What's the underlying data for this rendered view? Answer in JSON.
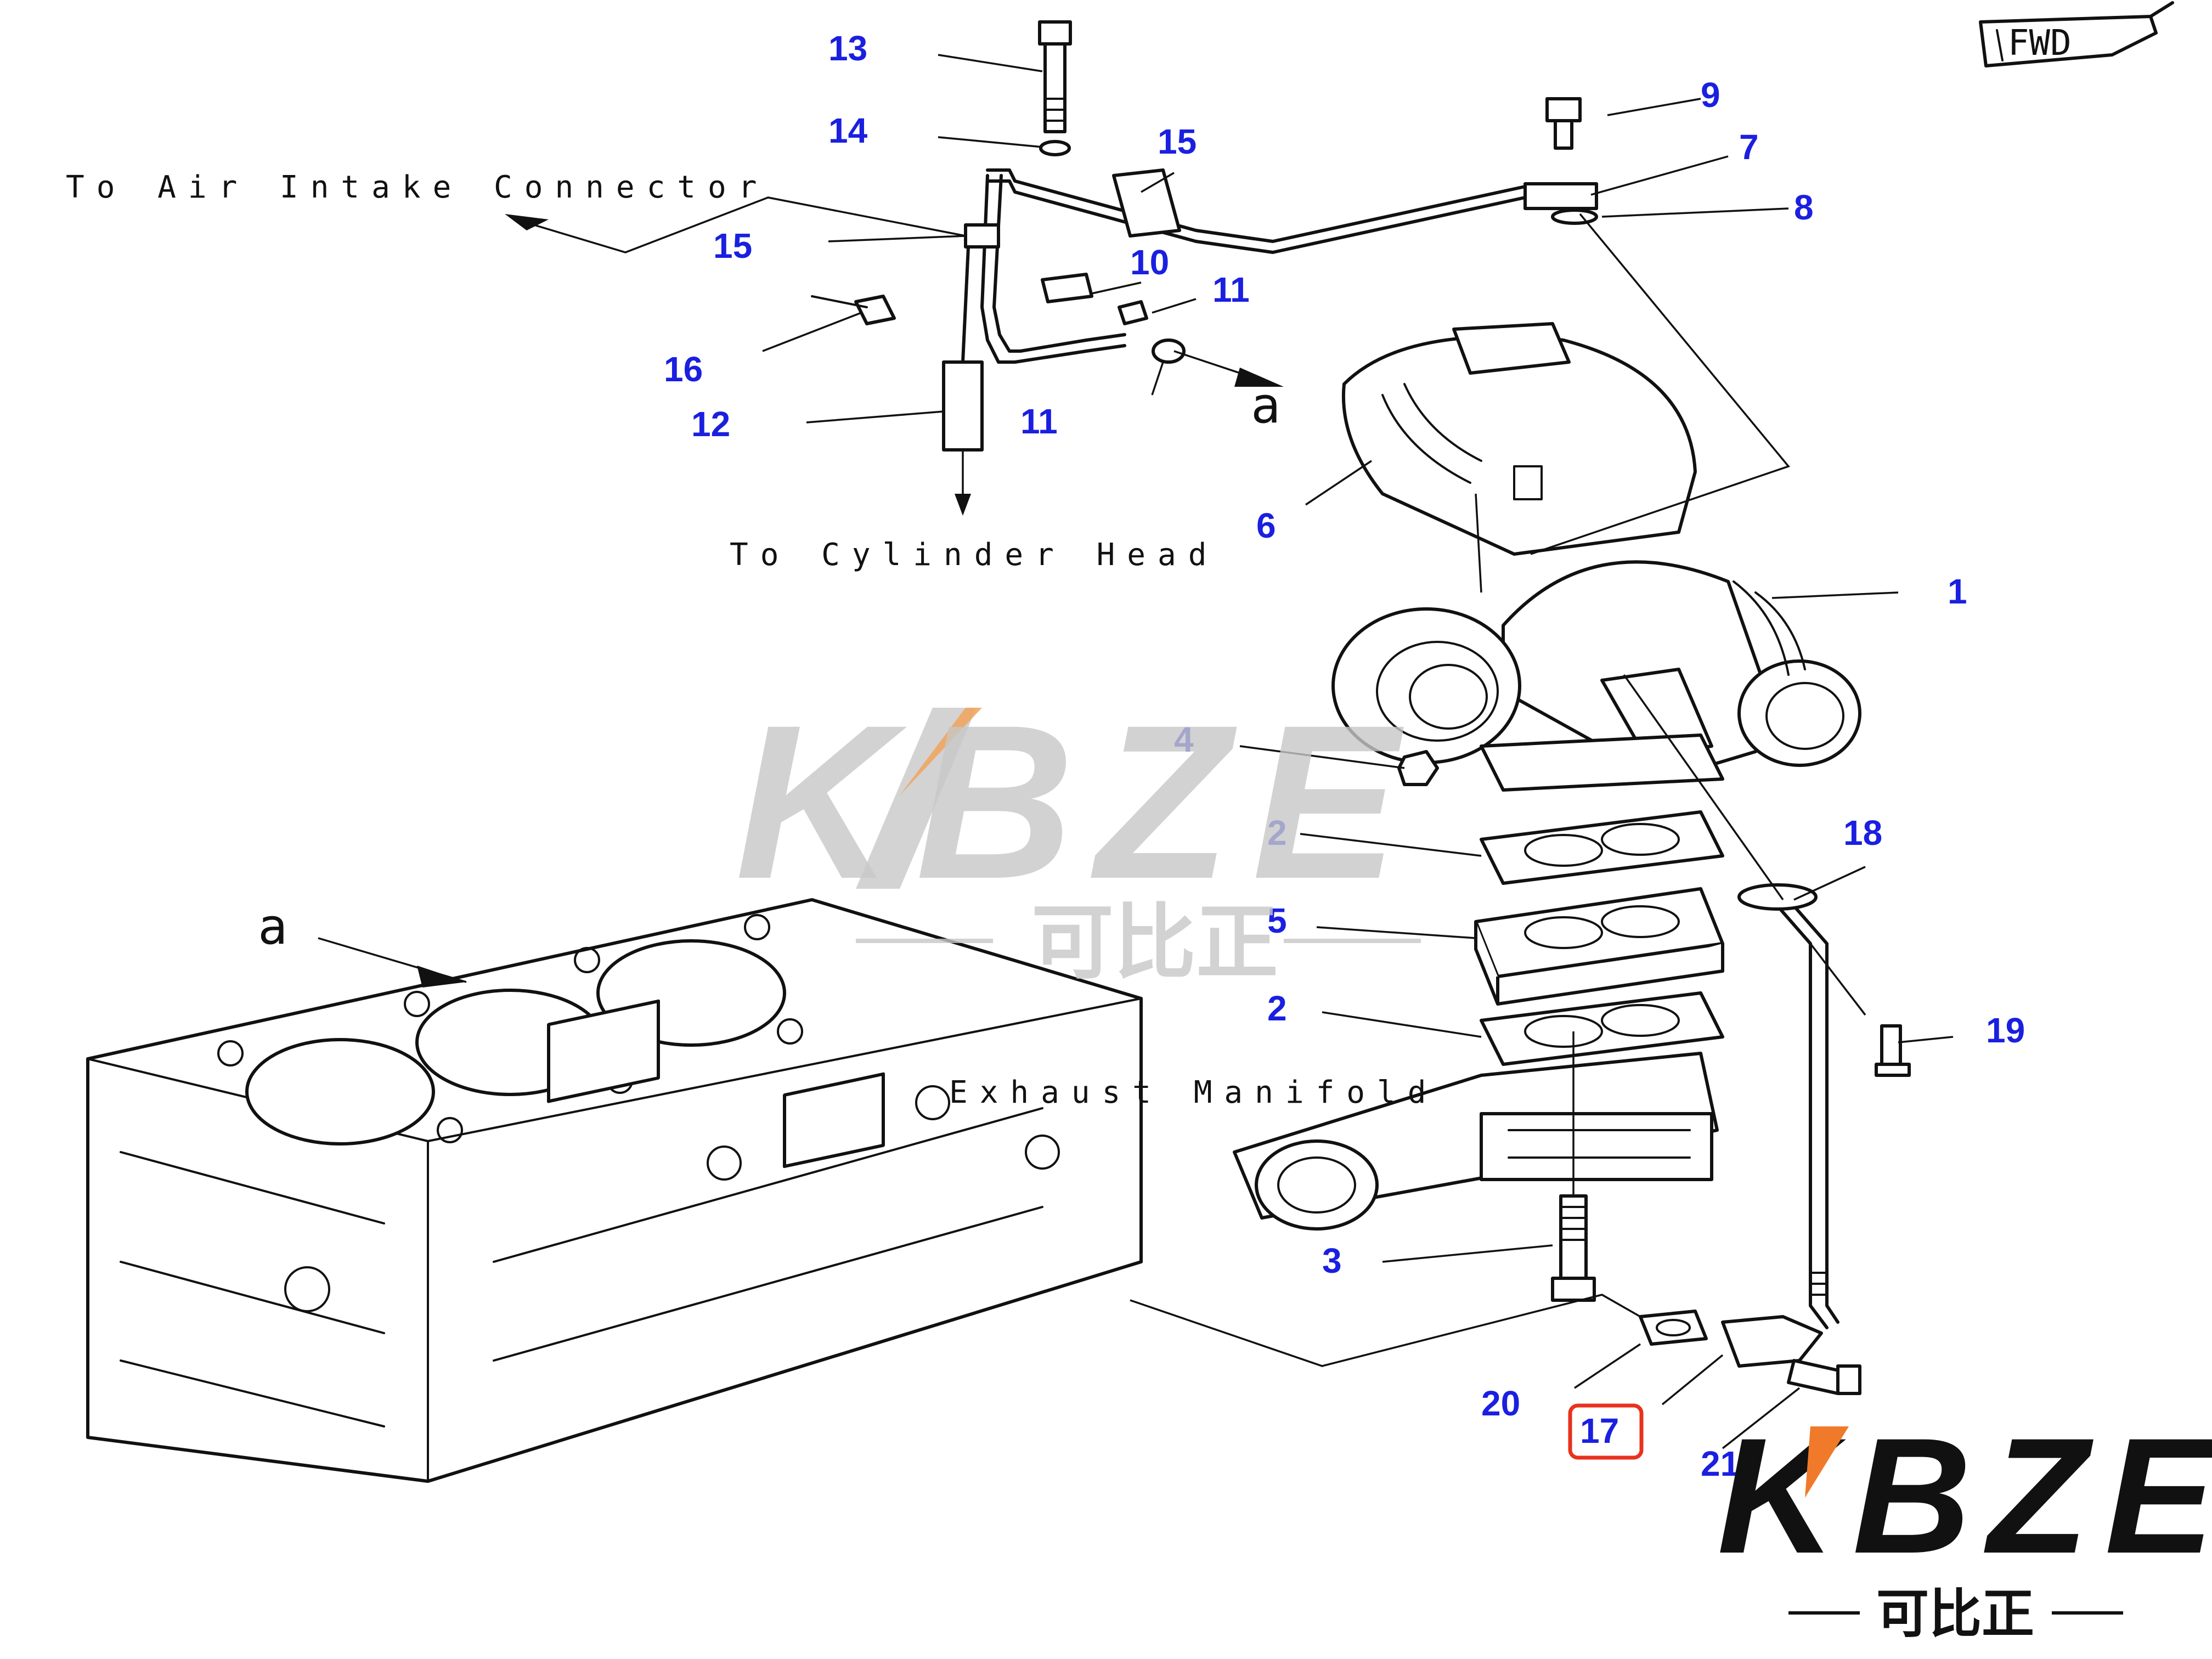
{
  "diagram": {
    "annotations": {
      "to_air_intake": "To Air Intake Connector",
      "to_cylinder_head": "To Cylinder Head",
      "exhaust_manifold": "Exhaust Manifold",
      "fwd": "FWD",
      "view_a_top": "a",
      "view_a_block": "a"
    },
    "callouts": [
      "13",
      "14",
      "15",
      "15",
      "9",
      "7",
      "8",
      "10",
      "11",
      "16",
      "11",
      "12",
      "6",
      "1",
      "4",
      "2",
      "5",
      "2",
      "18",
      "19",
      "3",
      "20",
      "17",
      "21"
    ],
    "highlighted_callout": "17",
    "highlight_color": "#e8321e",
    "callout_color": "#1a1fe0"
  },
  "watermark": {
    "brand": "KBZE",
    "brand_cn": "可比正",
    "accent_color": "#f0a35a"
  },
  "logo": {
    "brand": "KBZE",
    "brand_cn": "可比正",
    "accent_color": "#f07a2a"
  }
}
